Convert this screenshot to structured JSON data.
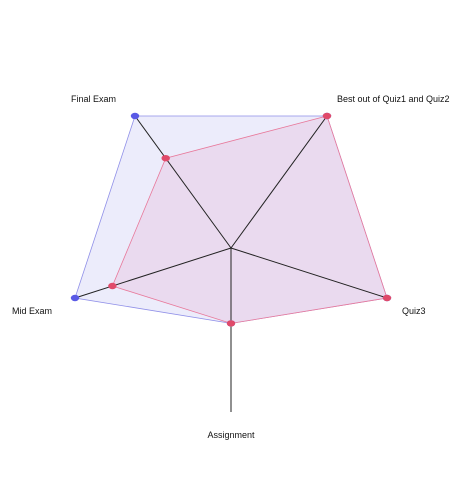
{
  "chart_data": {
    "type": "radar",
    "axes": [
      "Best out of Quiz1 and Quiz2",
      "Quiz3",
      "Assignment",
      "Mid Exam",
      "Final Exam"
    ],
    "axis_ranges": [
      [
        0,
        100
      ],
      [
        0,
        100
      ],
      [
        0,
        100
      ],
      [
        0,
        100
      ],
      [
        0,
        100
      ]
    ],
    "series": [
      {
        "values": [
          100,
          100,
          46,
          100,
          100
        ],
        "fill": "#ececfb",
        "stroke": "#8f8fe8",
        "point_color": "#5a5ae6"
      },
      {
        "values": [
          100,
          100,
          46,
          76,
          68
        ],
        "fill": "#ead7ec",
        "stroke": "#e8789a",
        "point_color": "#e04a6a"
      }
    ],
    "axis_line_color": "#222222",
    "legend": "none",
    "grid": false
  }
}
